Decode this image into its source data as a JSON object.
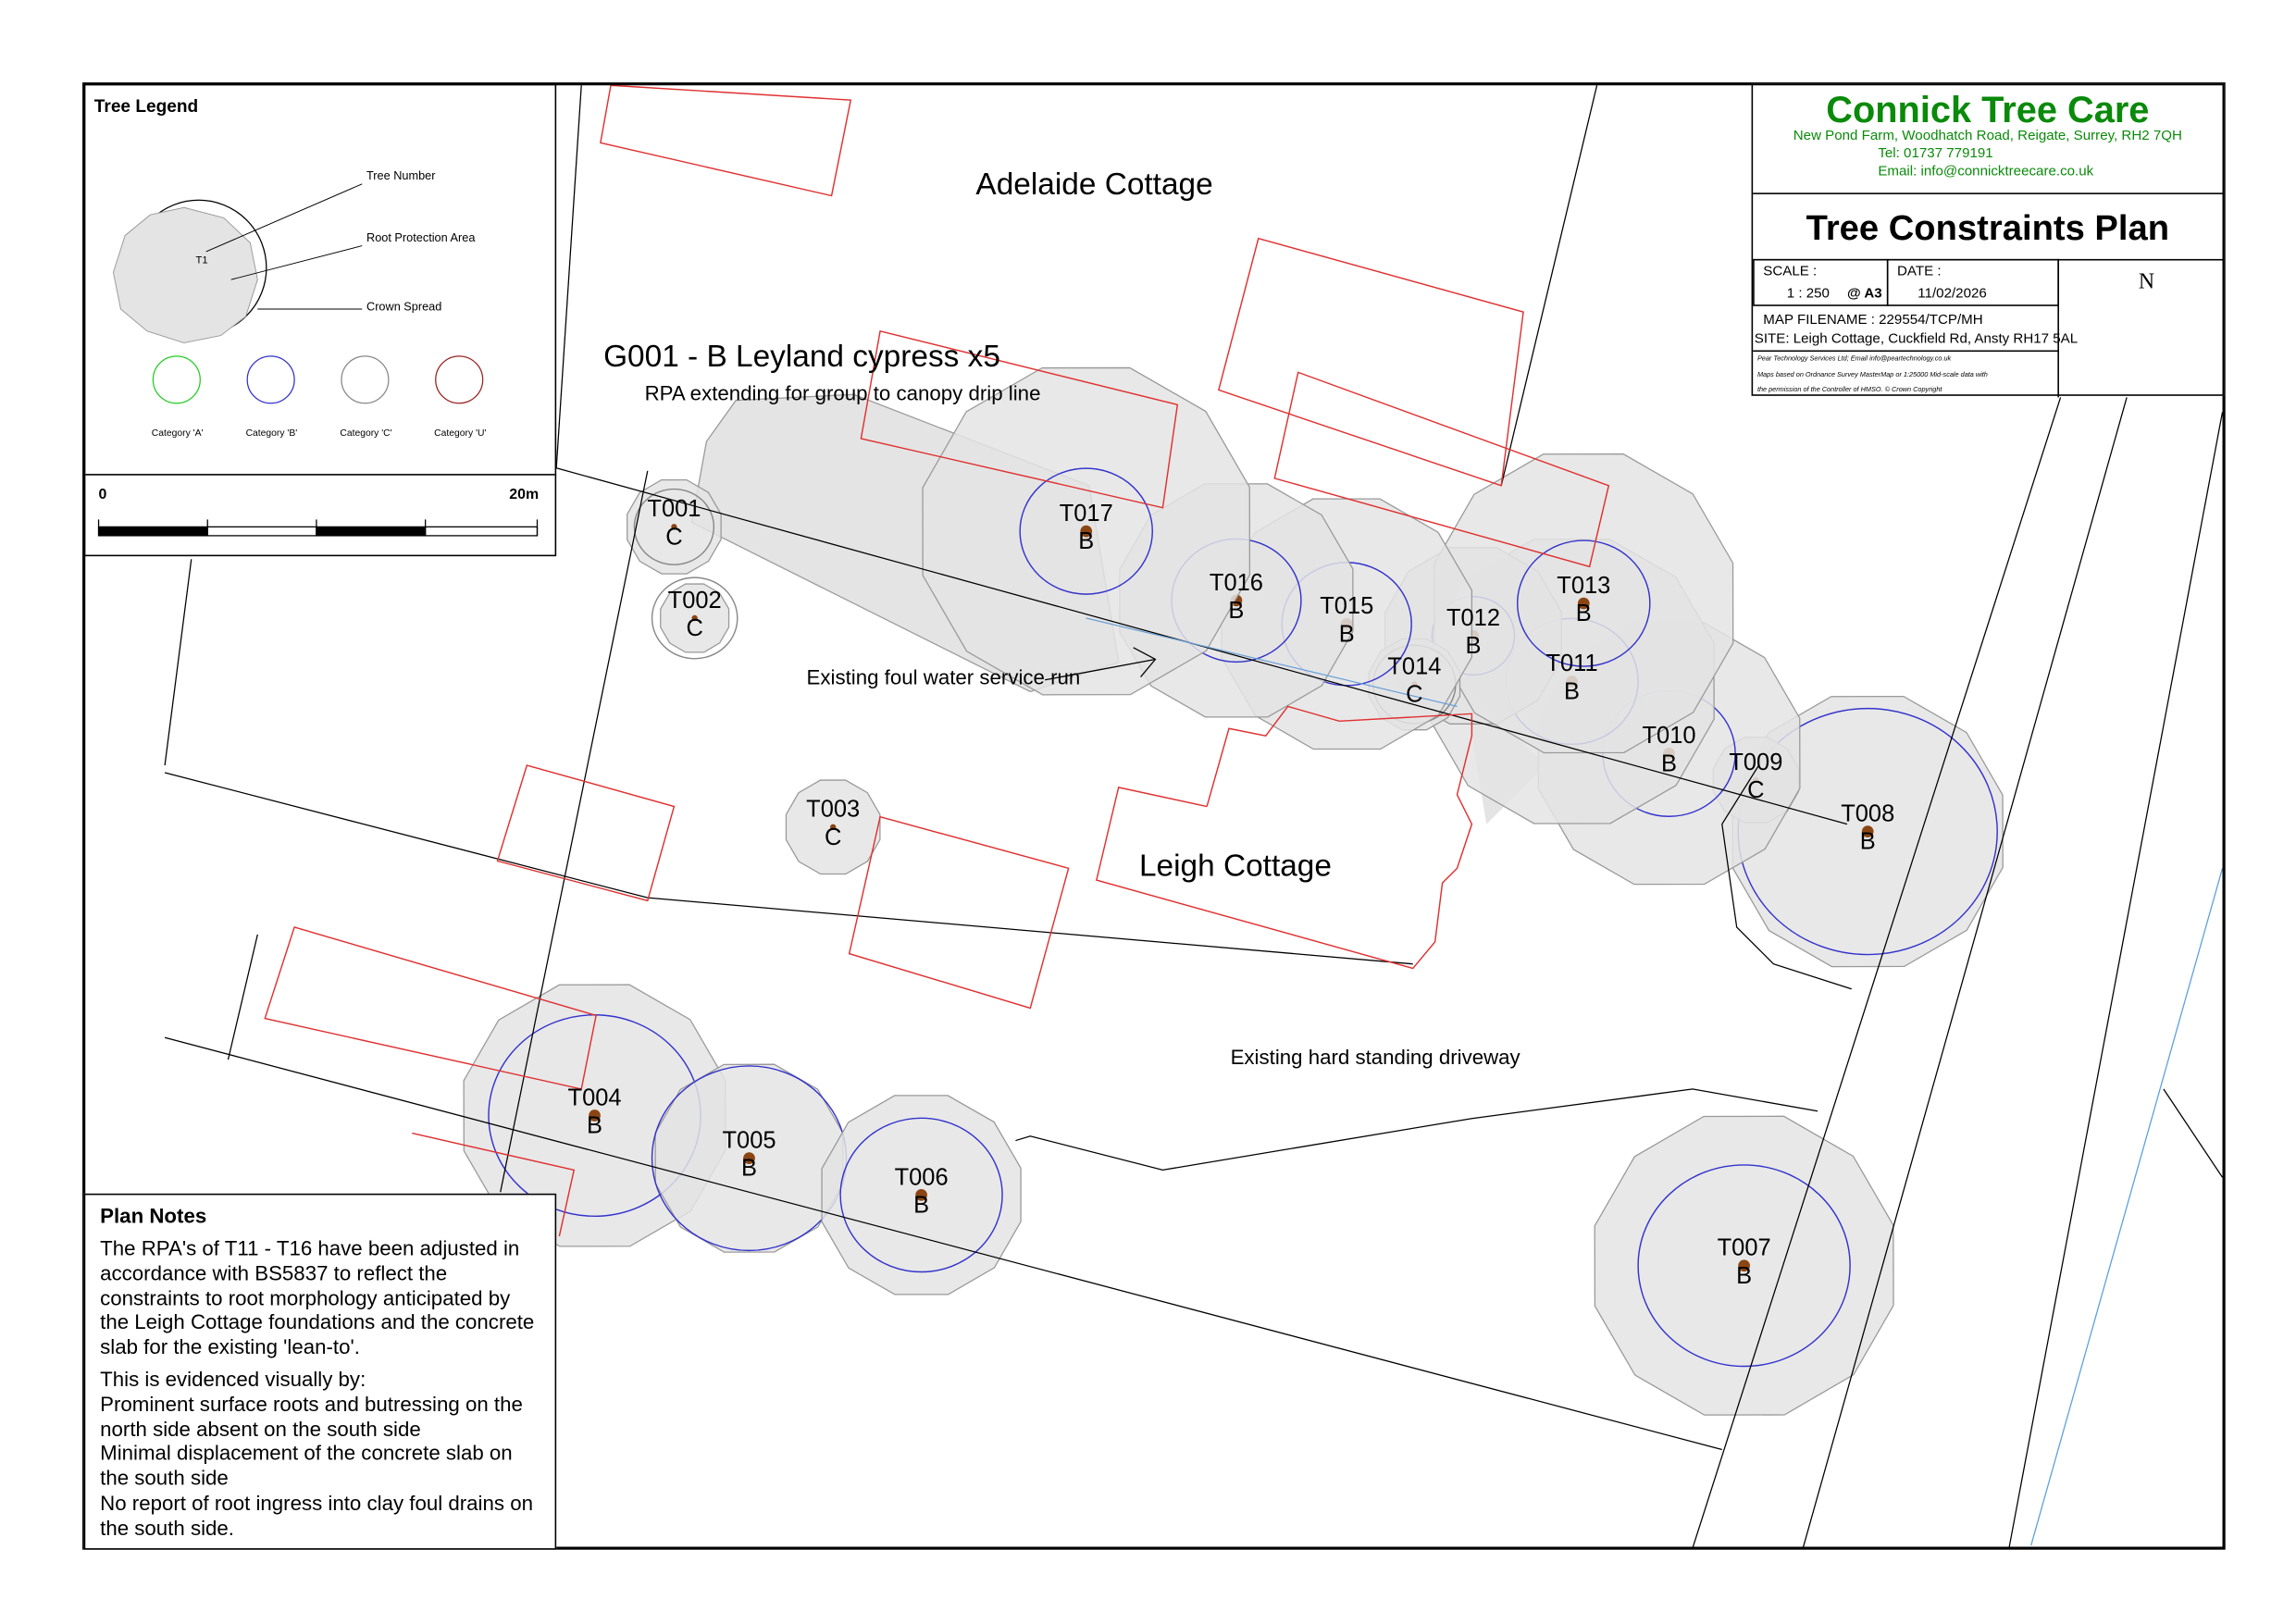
{
  "company": {
    "name": "Connick Tree Care",
    "address": "New Pond Farm, Woodhatch Road, Reigate, Surrey, RH2 7QH",
    "tel": "Tel: 01737 779191",
    "email": "Email: info@connicktreecare.co.uk"
  },
  "title": "Tree Constraints Plan",
  "title_block": {
    "scale_label": "SCALE :",
    "scale_value": "1 : 250",
    "paper": "@ A3",
    "date_label": "DATE :",
    "date_value": "11/02/2026",
    "map_filename": "MAP FILENAME : 229554/TCP/MH",
    "site": "SITE: Leigh Cottage, Cuckfield Rd, Ansty RH17 5AL",
    "credit_1": "Pear Technology Services Ltd; Email info@peartechnology.co.uk",
    "credit_2": "Maps based on Ordnance Survey MasterMap or 1:25000 Mid-scale data with",
    "credit_3": "the permission of the Controller of HMSO. © Crown Copyright",
    "north": "N"
  },
  "legend": {
    "title": "Tree Legend",
    "sample_tree": "T1",
    "tree_number": "Tree Number",
    "rpa": "Root Protection Area",
    "crown": "Crown Spread",
    "categories": [
      {
        "label": "Category 'A'",
        "color": "#22cc22"
      },
      {
        "label": "Category 'B'",
        "color": "#3333cc"
      },
      {
        "label": "Category 'C'",
        "color": "#888888"
      },
      {
        "label": "Category 'U'",
        "color": "#992222"
      }
    ],
    "scale_start": "0",
    "scale_end": "20m"
  },
  "notes": {
    "title": "Plan Notes",
    "para1": "The RPA's of T11 - T16 have been adjusted in accordance with BS5837 to reflect the constraints to root morphology anticipated by the Leigh Cottage foundations and the concrete slab for the existing 'lean-to'.",
    "para2": "This is evidenced visually by:",
    "para3": "Prominent surface roots and butressing on the north side absent on the south side",
    "para4": "Minimal displacement of the concrete slab on the south side",
    "para5": "No report of root ingress into clay foul drains on the south side."
  },
  "map_labels": {
    "adelaide": "Adelaide Cottage",
    "leigh": "Leigh Cottage",
    "group_title": "G001 - B Leyland cypress x5",
    "group_sub": "RPA extending for group to canopy drip line",
    "foul_water": "Existing foul water service run",
    "driveway": "Existing hard standing driveway"
  },
  "trees": [
    {
      "id": "T001",
      "cat": "C"
    },
    {
      "id": "T002",
      "cat": "C"
    },
    {
      "id": "T003",
      "cat": "C"
    },
    {
      "id": "T004",
      "cat": "B"
    },
    {
      "id": "T005",
      "cat": "B"
    },
    {
      "id": "T006",
      "cat": "B"
    },
    {
      "id": "T007",
      "cat": "B"
    },
    {
      "id": "T008",
      "cat": "B"
    },
    {
      "id": "T009",
      "cat": "C"
    },
    {
      "id": "T010",
      "cat": "B"
    },
    {
      "id": "T011",
      "cat": "B"
    },
    {
      "id": "T012",
      "cat": "B"
    },
    {
      "id": "T013",
      "cat": "B"
    },
    {
      "id": "T014",
      "cat": "C"
    },
    {
      "id": "T015",
      "cat": "B"
    },
    {
      "id": "T016",
      "cat": "B"
    },
    {
      "id": "T017",
      "cat": "B"
    }
  ],
  "colors": {
    "cat_b": "#3333cc",
    "cat_c": "#888888",
    "building": "#e03030",
    "rpa_fill": "#e4e4e4",
    "company": "#0a8a0a",
    "stem": "#8b4513"
  }
}
